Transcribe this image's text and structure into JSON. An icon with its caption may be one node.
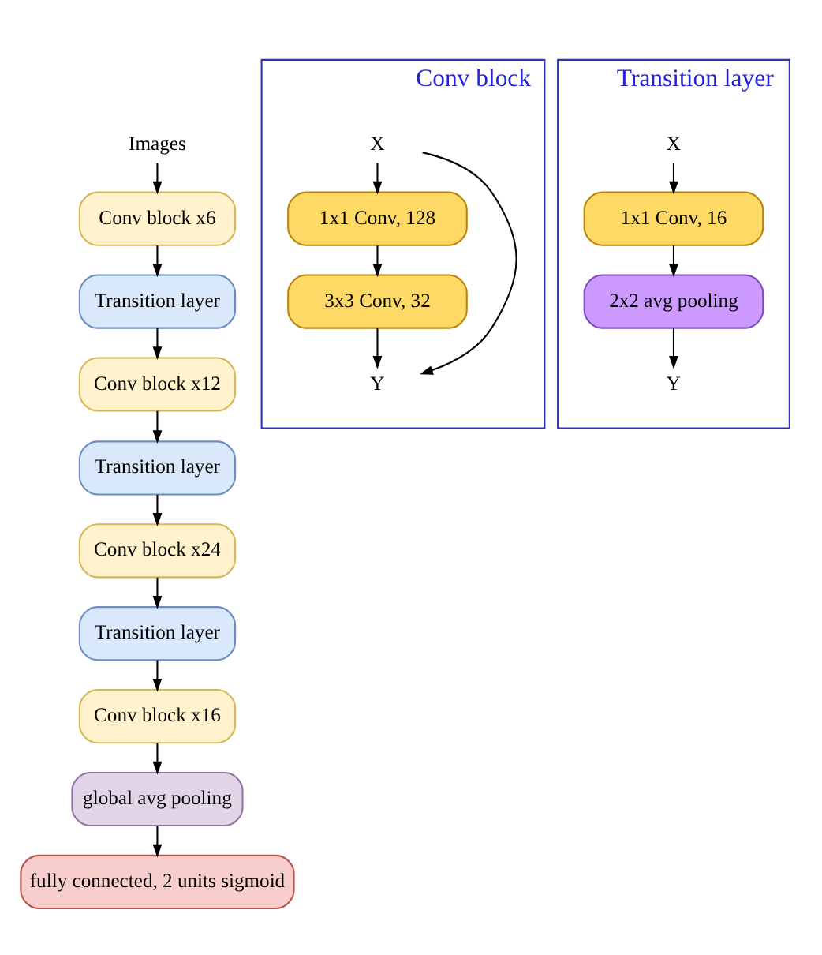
{
  "diagram": {
    "nodes": [
      {
        "text": [
          "Images"
        ]
      },
      {
        "text": [
          "Conv block x6"
        ]
      },
      {
        "text": [
          "Transition layer"
        ]
      },
      {
        "text": [
          "Conv block x12"
        ]
      },
      {
        "text": [
          "Transition layer"
        ]
      },
      {
        "text": [
          "Conv block x24"
        ]
      },
      {
        "text": [
          "Transition layer"
        ]
      },
      {
        "text": [
          "Conv block x16"
        ]
      },
      {
        "text": [
          "global avg pooling"
        ]
      },
      {
        "text": [
          "fully connected, 2 units sigmoid"
        ]
      },
      {
        "text": [
          "Conv block"
        ]
      },
      {
        "text": [
          "X"
        ],
        "in": 10
      },
      {
        "text": [
          "1x1 Conv, 128"
        ],
        "in": 10
      },
      {
        "text": [
          "3x3 Conv, 32"
        ],
        "in": 10
      },
      {
        "text": [
          "Y"
        ],
        "in": 10
      },
      {
        "text": [
          "Transition layer"
        ]
      },
      {
        "text": [
          "X"
        ],
        "in": 15
      },
      {
        "text": [
          "1x1 Conv, 16"
        ],
        "in": 15
      },
      {
        "text": [
          "2x2 avg pooling"
        ],
        "in": 15
      },
      {
        "text": [
          "Y"
        ],
        "in": 15
      }
    ],
    "edges": [
      {
        "from": 0,
        "to": 1,
        "arrow": "to"
      },
      {
        "from": 1,
        "to": 2,
        "arrow": "to"
      },
      {
        "from": 2,
        "to": 3,
        "arrow": "to"
      },
      {
        "from": 3,
        "to": 4,
        "arrow": "to"
      },
      {
        "from": 4,
        "to": 5,
        "arrow": "to"
      },
      {
        "from": 5,
        "to": 6,
        "arrow": "to"
      },
      {
        "from": 6,
        "to": 7,
        "arrow": "to"
      },
      {
        "from": 7,
        "to": 8,
        "arrow": "to"
      },
      {
        "from": 8,
        "to": 9,
        "arrow": "to"
      },
      {
        "from": 11,
        "to": 12,
        "arrow": "to"
      },
      {
        "from": 12,
        "to": 13,
        "arrow": "to"
      },
      {
        "from": 13,
        "to": 14,
        "arrow": "to"
      },
      {
        "from": 11,
        "to": 14,
        "arrow": "to"
      },
      {
        "from": 16,
        "to": 17,
        "arrow": "to"
      },
      {
        "from": 17,
        "to": 18,
        "arrow": "to"
      },
      {
        "from": 18,
        "to": 19,
        "arrow": "to"
      }
    ]
  }
}
